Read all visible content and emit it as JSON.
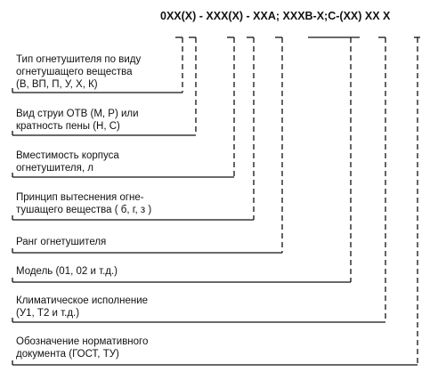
{
  "code_string": "0ХХ(Х) - ХХХ(Х) - ХХА; ХХХВ-Х;С-(ХХ) ХХ  Х",
  "labels": [
    {
      "lines": [
        "Тип огнетушителя по виду",
        "огнетушащего вещества",
        "(В, ВП, П, У, Х, К)"
      ]
    },
    {
      "lines": [
        "Вид струи ОТВ (М, Р) или",
        "кратность пены (Н, С)"
      ]
    },
    {
      "lines": [
        "Вместимость корпуса",
        "огнетушителя, л"
      ]
    },
    {
      "lines": [
        "Принцип вытеснения огне-",
        "тушащего вещества ( б, г, з )"
      ]
    },
    {
      "lines": [
        "Ранг огнетушителя"
      ]
    },
    {
      "lines": [
        "Модель (01, 02 и т.д.)"
      ]
    },
    {
      "lines": [
        "Климатическое исполнение",
        "(У1, Т2 и т.д.)"
      ]
    },
    {
      "lines": [
        "Обозначение нормативного",
        "документа (ГОСТ, ТУ)"
      ]
    }
  ]
}
